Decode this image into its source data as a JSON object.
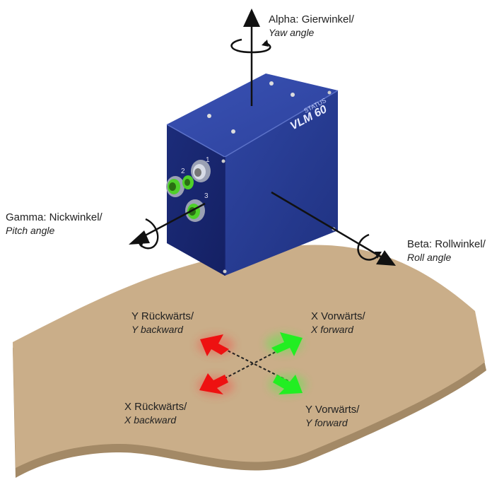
{
  "device": {
    "brand": "STATUS",
    "model": "VLM 60",
    "ports": [
      "1",
      "2",
      "3"
    ]
  },
  "axes": {
    "alpha": {
      "de": "Alpha: Gierwinkel/",
      "en": "Yaw angle"
    },
    "beta": {
      "de": "Beta: Rollwinkel/",
      "en": "Roll angle"
    },
    "gamma": {
      "de": "Gamma: Nickwinkel/",
      "en": "Pitch angle"
    }
  },
  "directions": {
    "x_forward": {
      "de": "X Vorwärts/",
      "en": "X forward",
      "color": "#22ee22"
    },
    "y_forward": {
      "de": "Y Vorwärts/",
      "en": "Y forward",
      "color": "#22ee22"
    },
    "x_backward": {
      "de": "X Rückwärts/",
      "en": "X backward",
      "color": "#ee1111"
    },
    "y_backward": {
      "de": "Y Rückwärts/",
      "en": "Y backward",
      "color": "#ee1111"
    }
  },
  "colors": {
    "housing": "#2a3f96",
    "surface": "#c9ac85",
    "arrow": "#111111"
  }
}
